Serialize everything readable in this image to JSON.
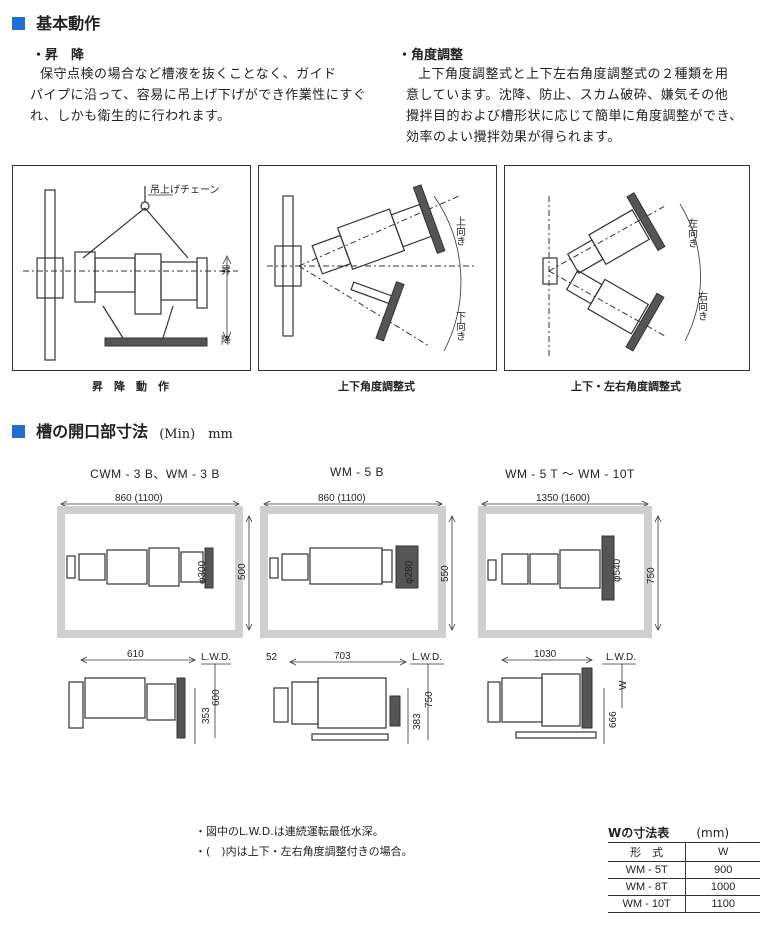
{
  "section1": {
    "title": "基本動作",
    "lift": {
      "heading": "・昇　降",
      "lines": [
        "保守点検の場合など槽液を抜くことなく、ガイド",
        "パイプに沿って、容易に吊上げ下げができ作業性にすぐ",
        "れ、しかも衛生的に行われます。"
      ]
    },
    "angle": {
      "heading": "・角度調整",
      "lines": [
        "上下角度調整式と上下左右角度調整式の２種類を用",
        "意しています。沈降、防止、スカム破砕、嫌気その他",
        "攪拌目的および槽形状に応じて簡単に角度調整ができ、",
        "効率のよい攪拌効果が得られます。"
      ]
    },
    "panels": [
      {
        "caption": "昇　降　動　作",
        "chain_label": "吊上げチェーン",
        "up": "昇",
        "down": "降"
      },
      {
        "caption": "上下角度調整式",
        "up_label": "上向き",
        "down_label": "下向き"
      },
      {
        "caption": "上下・左右角度調整式",
        "left_label": "左向き",
        "right_label": "右向き"
      }
    ]
  },
  "section2": {
    "title": "槽の開口部寸法",
    "title_unit": "(Min)　mm",
    "plans": [
      {
        "model": "CWM - 3 B、WM - 3 B",
        "width": "860 (1100)",
        "depth": "500",
        "dia": "φ300"
      },
      {
        "model": "WM - 5 B",
        "width": "860 (1100)",
        "depth": "550",
        "dia": "φ280"
      },
      {
        "model": "WM - 5 T ～ WM - 10T",
        "width": "1350 (1600)",
        "depth": "750",
        "dia": "φ540"
      }
    ],
    "elevations": [
      {
        "length": "610",
        "lwd": "L.W.D.",
        "h1": "600",
        "h2": "353"
      },
      {
        "offset": "52",
        "length": "703",
        "lwd": "L.W.D.",
        "h1": "750",
        "h2": "383"
      },
      {
        "length": "1030",
        "lwd": "L.W.D.",
        "h1": "W",
        "h2": "666"
      }
    ]
  },
  "notes": [
    "・図中のL.W.D.は連続運転最低水深。",
    "・(　)内は上下・左右角度調整付きの場合。"
  ],
  "w_table": {
    "title": "Wの寸法表",
    "unit": "(mm)",
    "header": [
      "形　式",
      "W"
    ],
    "rows": [
      [
        "WM - 5T",
        "900"
      ],
      [
        "WM - 8T",
        "1000"
      ],
      [
        "WM - 10T",
        "1100"
      ]
    ]
  }
}
